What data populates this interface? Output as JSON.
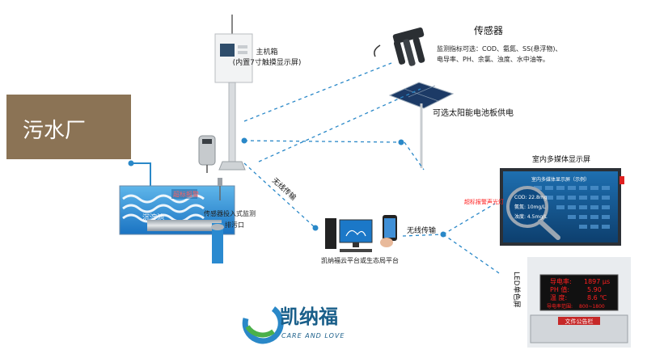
{
  "plant": {
    "label": "污水厂",
    "color": "#8b7355"
  },
  "tank": {
    "label": "沉淀池",
    "sign": "超标报警",
    "sensor_label": "传感器投入式监测",
    "outlet_label": "排污口"
  },
  "main_box": {
    "title": "主机箱",
    "subtitle": "(内置7寸触摸显示屏)"
  },
  "sensor": {
    "title": "传感器",
    "desc_line1": "监测指标可选：COD、氨氮、SS(悬浮物)、",
    "desc_line2": "电导率、PH、余氯、浊度、水中油等。"
  },
  "solar": {
    "label": "可选太阳能电池板供电"
  },
  "wireless_1": "无线传输",
  "wireless_2": "无线传输",
  "cloud": {
    "label": "凯纳福云平台或生态局平台"
  },
  "indoor": {
    "title": "室内多媒体显示屏",
    "screen_header": "室内多媒体显示屏（示例）",
    "alarm_text": "超标报警声光灯",
    "magnify": {
      "cod": "COD: 22.8mg",
      "nh3": "氨氮: 10mg/L",
      "turb": "浊度: 4.5mg/L"
    }
  },
  "led": {
    "side_label": "LED单色屏",
    "rows": [
      {
        "label": "导电率:",
        "value": "1897 μs"
      },
      {
        "label": "PH 值:",
        "value": "5.90"
      },
      {
        "label": "温   度:",
        "value": "8.6 ℃"
      },
      {
        "label": "导电率范围:",
        "value": "800~1800"
      }
    ],
    "board": "文件公告栏"
  },
  "logo": {
    "cn": "凯纳福",
    "en": "CARE AND LOVE",
    "color": "#1a5f8a"
  },
  "colors": {
    "link": "#2a88c8",
    "water": "#1e8fd6",
    "led_text": "#ff2020"
  }
}
